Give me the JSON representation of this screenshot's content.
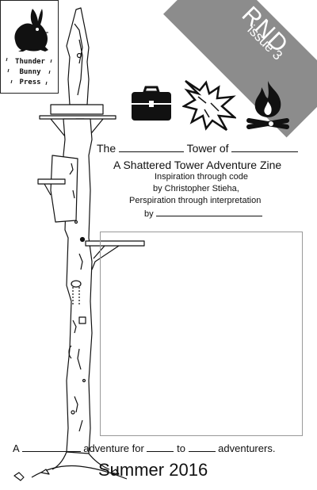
{
  "publisher": {
    "line1": "Thunder",
    "line2": "Bunny",
    "line3": "Press"
  },
  "banner": {
    "series": "RND",
    "issue": "issue 3"
  },
  "icons": [
    "briefcase-icon",
    "explosion-icon",
    "campfire-icon"
  ],
  "cover": {
    "title_the": "The",
    "title_tower_of": "Tower of",
    "subtitle": "A Shattered Tower Adventure Zine",
    "credit1": "Inspiration through code",
    "credit2": "by Christopher Stieha,",
    "credit3": "Perspiration through interpretation",
    "credit4": "by",
    "bottom_a": "A",
    "bottom_adventure_for": "adventure for",
    "bottom_to": "to",
    "bottom_adventurers": "adventurers.",
    "date": "Summer 2016"
  },
  "colors": {
    "banner": "#8c8c8c",
    "frame": "#999999",
    "ink": "#111111"
  }
}
